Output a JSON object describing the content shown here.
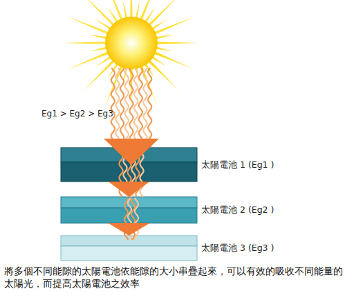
{
  "diagram": {
    "caption": "將多個不同能隙的太陽電池依能隙的大小串疊起來，可以有效的吸收不同能量的太陽光，而提高太陽電池之效率",
    "nodes": [
      {
        "text": [
          "太陽電池 1 (Eg1 )"
        ]
      },
      {
        "text": [
          "太陽電池 2 (Eg2 )"
        ]
      },
      {
        "text": [
          "太陽電池 3 (Eg3 )"
        ]
      }
    ],
    "edges": [
      {
        "from": 0,
        "to": 1,
        "arrow": "to"
      },
      {
        "from": 1,
        "to": 2,
        "arrow": "to"
      }
    ],
    "labels": [
      "Eg1 > Eg2 > Eg3"
    ]
  }
}
